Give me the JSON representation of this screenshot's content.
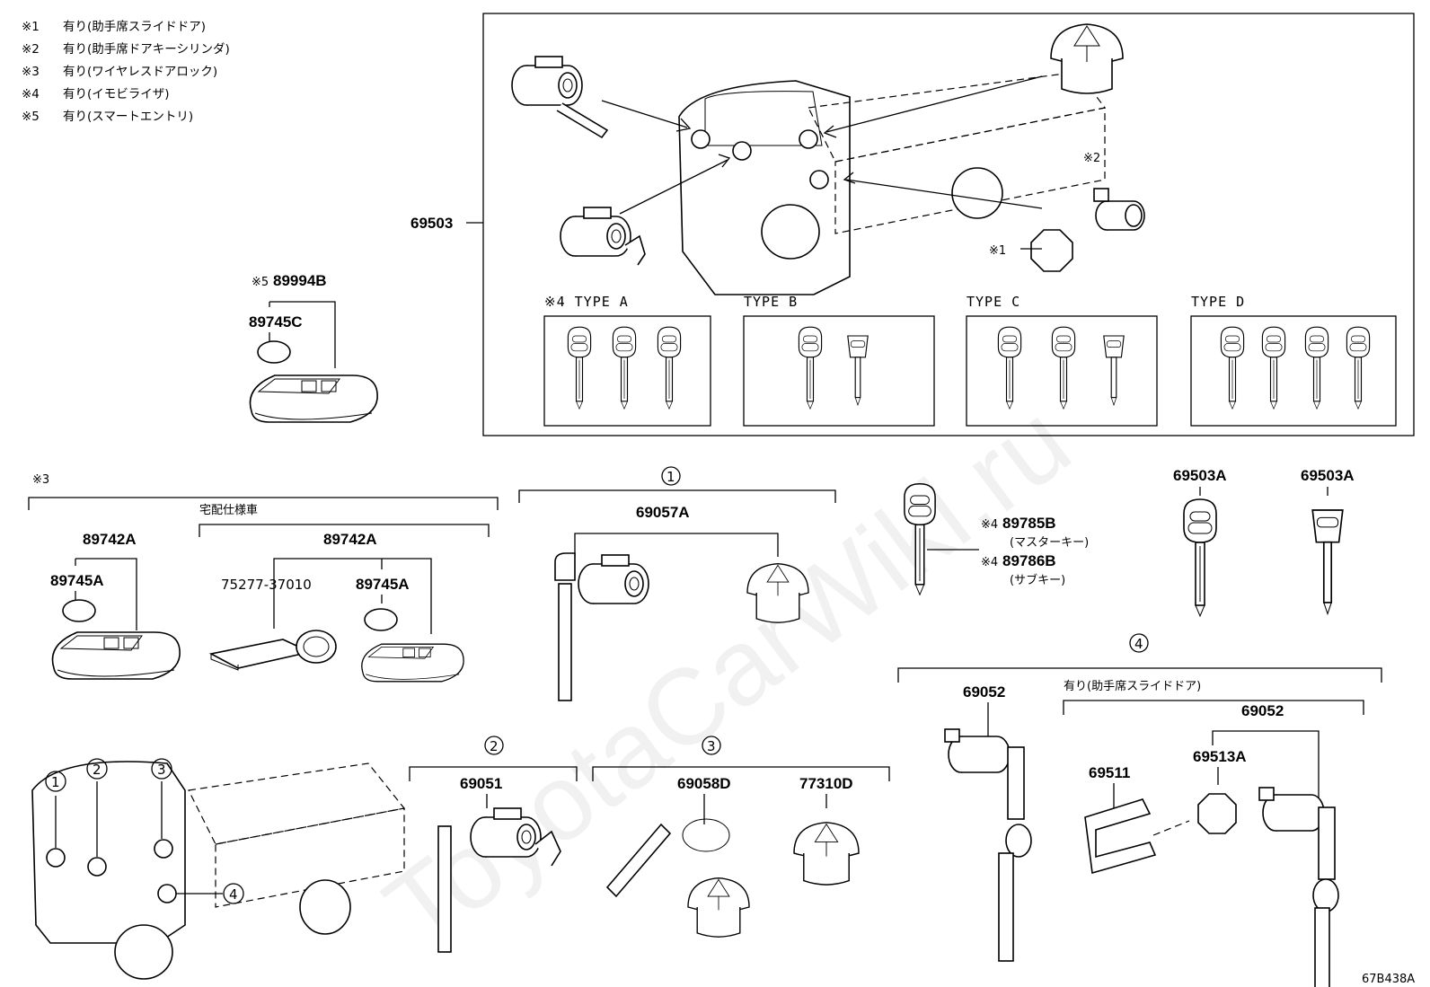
{
  "notes": [
    {
      "mark": "※1",
      "text": "有り(助手席スライドドア)"
    },
    {
      "mark": "※2",
      "text": "有り(助手席ドアキーシリンダ)"
    },
    {
      "mark": "※3",
      "text": "有り(ワイヤレスドアロック)"
    },
    {
      "mark": "※4",
      "text": "有り(イモビライザ)"
    },
    {
      "mark": "※5",
      "text": "有り(スマートエントリ)"
    }
  ],
  "main_assembly": {
    "part_no": "69503",
    "mark1": "※1",
    "mark2": "※2",
    "types": [
      "※4  TYPE  A",
      "TYPE  B",
      "TYPE  C",
      "TYPE  D"
    ]
  },
  "smart_entry": {
    "mark": "※5",
    "key_part": "89994B",
    "battery_part": "89745C"
  },
  "wireless": {
    "mark": "※3",
    "delivery_spec": "宅配仕様車",
    "left_transmitter": "89742A",
    "left_battery": "89745A",
    "right_transmitter": "89742A",
    "plate_part": "75277-37010",
    "right_battery": "89745A"
  },
  "group1": {
    "circle": "1",
    "part": "69057A"
  },
  "group2": {
    "circle": "2",
    "part": "69051"
  },
  "group3": {
    "circle": "3",
    "part_a": "69058D",
    "part_b": "77310D"
  },
  "group4": {
    "circle": "4",
    "left_part": "69052",
    "slide_door": "有り(助手席スライドドア)",
    "right_part": "69052",
    "clip_part": "69511",
    "cover_part": "69513A"
  },
  "master_keys": {
    "mark": "※4",
    "master_part": "89785B",
    "master_name": "(マスターキー)",
    "sub_part": "89786B",
    "sub_name": "(サブキー)"
  },
  "blank_keys": [
    "69503A",
    "69503A"
  ],
  "truck_callouts": [
    "1",
    "2",
    "3",
    "4"
  ],
  "watermark": "ToyotaCarWiki.ru",
  "figure_code": "67B438A"
}
